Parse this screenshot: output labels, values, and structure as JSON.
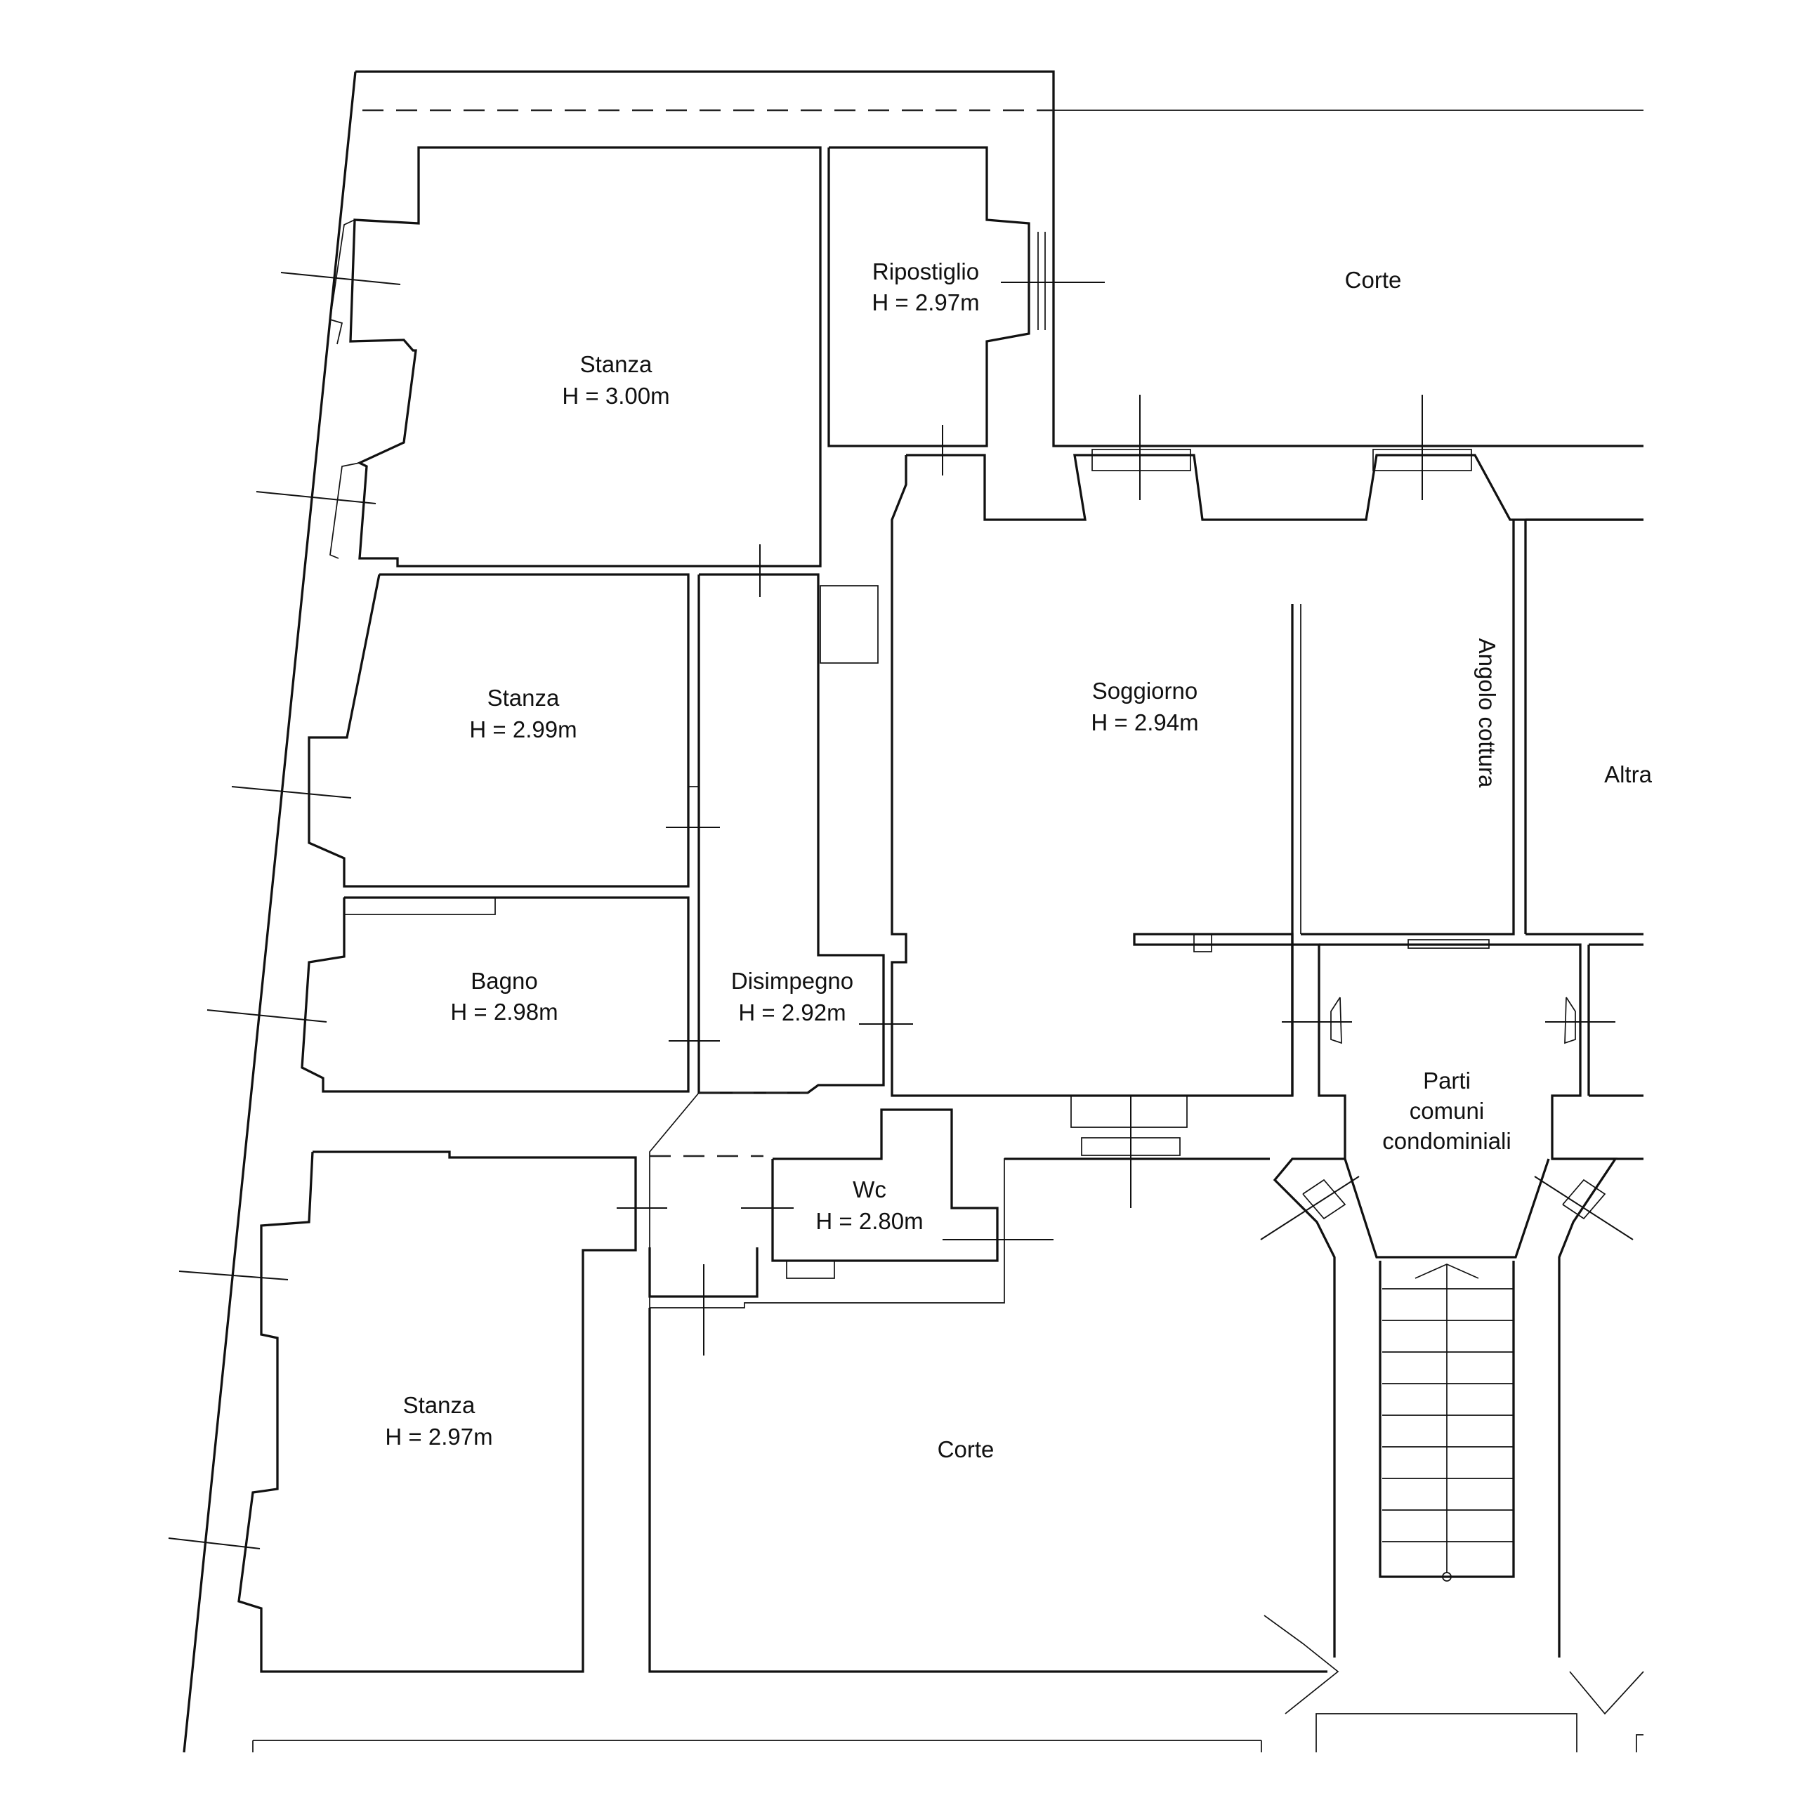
{
  "rooms": {
    "stanza_top": {
      "name": "Stanza",
      "height": "H = 3.00m"
    },
    "ripostiglio": {
      "name": "Ripostiglio",
      "height": "H = 2.97m"
    },
    "corte_top": {
      "name": "Corte"
    },
    "stanza_mid": {
      "name": "Stanza",
      "height": "H = 2.99m"
    },
    "soggiorno": {
      "name": "Soggiorno",
      "height": "H = 2.94m"
    },
    "angolo_cottura": {
      "name": "Angolo cottura"
    },
    "altra": {
      "name": "Altra"
    },
    "bagno": {
      "name": "Bagno",
      "height": "H = 2.98m"
    },
    "disimpegno": {
      "name": "Disimpegno",
      "height": "H = 2.92m"
    },
    "parti_comuni": {
      "line1": "Parti",
      "line2": "comuni",
      "line3": "condominiali"
    },
    "wc": {
      "name": "Wc",
      "height": "H = 2.80m"
    },
    "stanza_bottom": {
      "name": "Stanza",
      "height": "H = 2.97m"
    },
    "corte_bottom": {
      "name": "Corte"
    }
  },
  "colors": {
    "line": "#111111",
    "background": "#ffffff"
  }
}
